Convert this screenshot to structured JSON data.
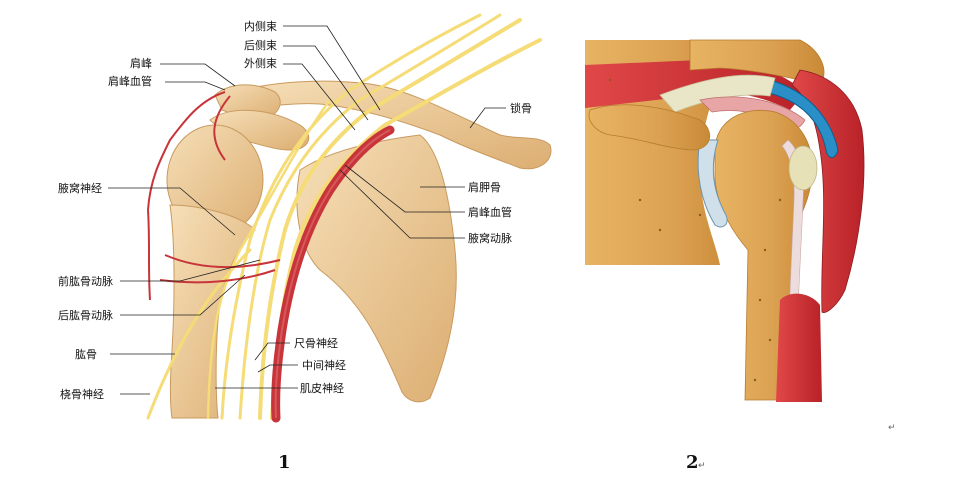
{
  "figure_1": {
    "number": "1",
    "labels": {
      "medial_cord": "内侧束",
      "posterior_cord": "后侧束",
      "lateral_cord": "外侧束",
      "acromion": "肩峰",
      "acromial_vessels_left": "肩峰血管",
      "clavicle": "锁骨",
      "axillary_nerve": "腋窝神经",
      "scapula": "肩胛骨",
      "acromial_vessels_right": "肩峰血管",
      "axillary_artery": "腋窝动脉",
      "anterior_humeral_artery": "前肱骨动脉",
      "posterior_humeral_artery": "后肱骨动脉",
      "humerus": "肱骨",
      "ulnar_nerve": "尺骨神经",
      "median_nerve": "中间神经",
      "radial_nerve": "桡骨神经",
      "musculocutaneous_nerve": "肌皮神经"
    }
  },
  "figure_2": {
    "number": "2",
    "return_mark": "↵"
  },
  "corner_mark": "↵",
  "colors": {
    "bone": "#f0d3a6",
    "bone_shadow": "#d9b07a",
    "nerve": "#f7df7a",
    "artery": "#c7353a",
    "muscle": "#d63a3a",
    "tendon": "#e9e6c8",
    "bursa": "#2a8fc7",
    "bone_dark": "#d49a3c"
  }
}
